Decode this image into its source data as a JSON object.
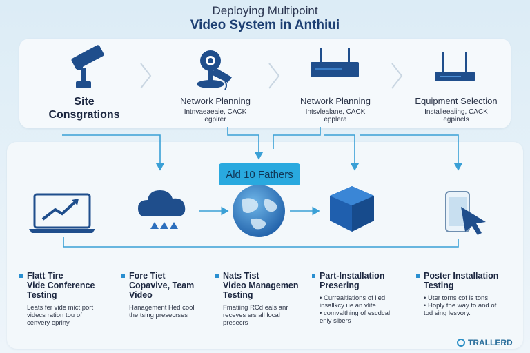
{
  "header": {
    "title_line1": "Deploying Multipoint",
    "title_line2": "Video System in Anthiui"
  },
  "top_steps": [
    {
      "label_line1": "Site",
      "label_line2": "Consgrations",
      "icon": "camera-icon"
    },
    {
      "label": "Network Planning",
      "sub_line1": "Intnvaeaeaie, CACK",
      "sub_line2": "egpirer",
      "icon": "surveillance-camera-icon"
    },
    {
      "label": "Network Planning",
      "sub_line1": "Intsvlealane, CACK",
      "sub_line2": "epplera",
      "icon": "router-icon"
    },
    {
      "label": "Equipment Selection",
      "sub_line1": "Installeeaiing, CACK",
      "sub_line2": "egpinels",
      "icon": "wifi-router-icon"
    }
  ],
  "center_pill": "Ald 10 Fathers",
  "bottom_icons": [
    "laptop-chart-icon",
    "cloud-icon",
    "globe-icon",
    "cube-icon",
    "tablet-cursor-icon"
  ],
  "bottom_columns": [
    {
      "title_line1": "Flatt Tire",
      "title_line2": "Vide Conference",
      "title_line3": "Testing",
      "desc_line1": "Leats fer vide mict port",
      "desc_line2": "videcs ration tou of",
      "desc_line3": "cenvery epriny"
    },
    {
      "title_line1": "Fore Tiet",
      "title_line2": "Copavive, Team",
      "title_line3": "Video",
      "desc_line1": "Hanagement Hed cool",
      "desc_line2": "the tsing presecrses",
      "desc_line3": ""
    },
    {
      "title_line1": "Nats Tist",
      "title_line2": "Video Managemen",
      "title_line3": "Testing",
      "desc_line1": "Fmatiing RCd eals anr",
      "desc_line2": "receves srs all local",
      "desc_line3": "presecrs"
    },
    {
      "title_line1": "Part-Installation",
      "title_line2": "Presering",
      "title_line3": "",
      "desc_line1": "• Curreaitiations of lied",
      "desc_line2": "insallkcy ue an vlite",
      "desc_line3": "• comvalthing of escdcal",
      "desc_line4": "eniy sibers"
    },
    {
      "title_line1": "Poster Installation",
      "title_line2": "Testing",
      "title_line3": "",
      "desc_line1": "• Uter torns cof is tons",
      "desc_line2": "• Hoply the way to and of",
      "desc_line3": "tod sing lesvory."
    }
  ],
  "brand": "TRALLERD",
  "colors": {
    "accent": "#29a9df",
    "icon_dark": "#1f4e8c",
    "arrow": "#3aa0d6"
  }
}
